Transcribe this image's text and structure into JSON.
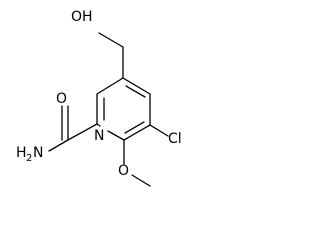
{
  "molecule": {
    "atoms": {
      "hydroxyl": "OH",
      "carbonyl_oxygen": "O",
      "amide_n": "H",
      "amide_n_sub": "2",
      "amide_n_tail": "N",
      "ring_nitrogen": "N",
      "chlorine": "Cl",
      "methoxy_oxygen": "O"
    }
  },
  "colors": {
    "bond": "#000000",
    "label": "#000000",
    "background": "#ffffff"
  }
}
